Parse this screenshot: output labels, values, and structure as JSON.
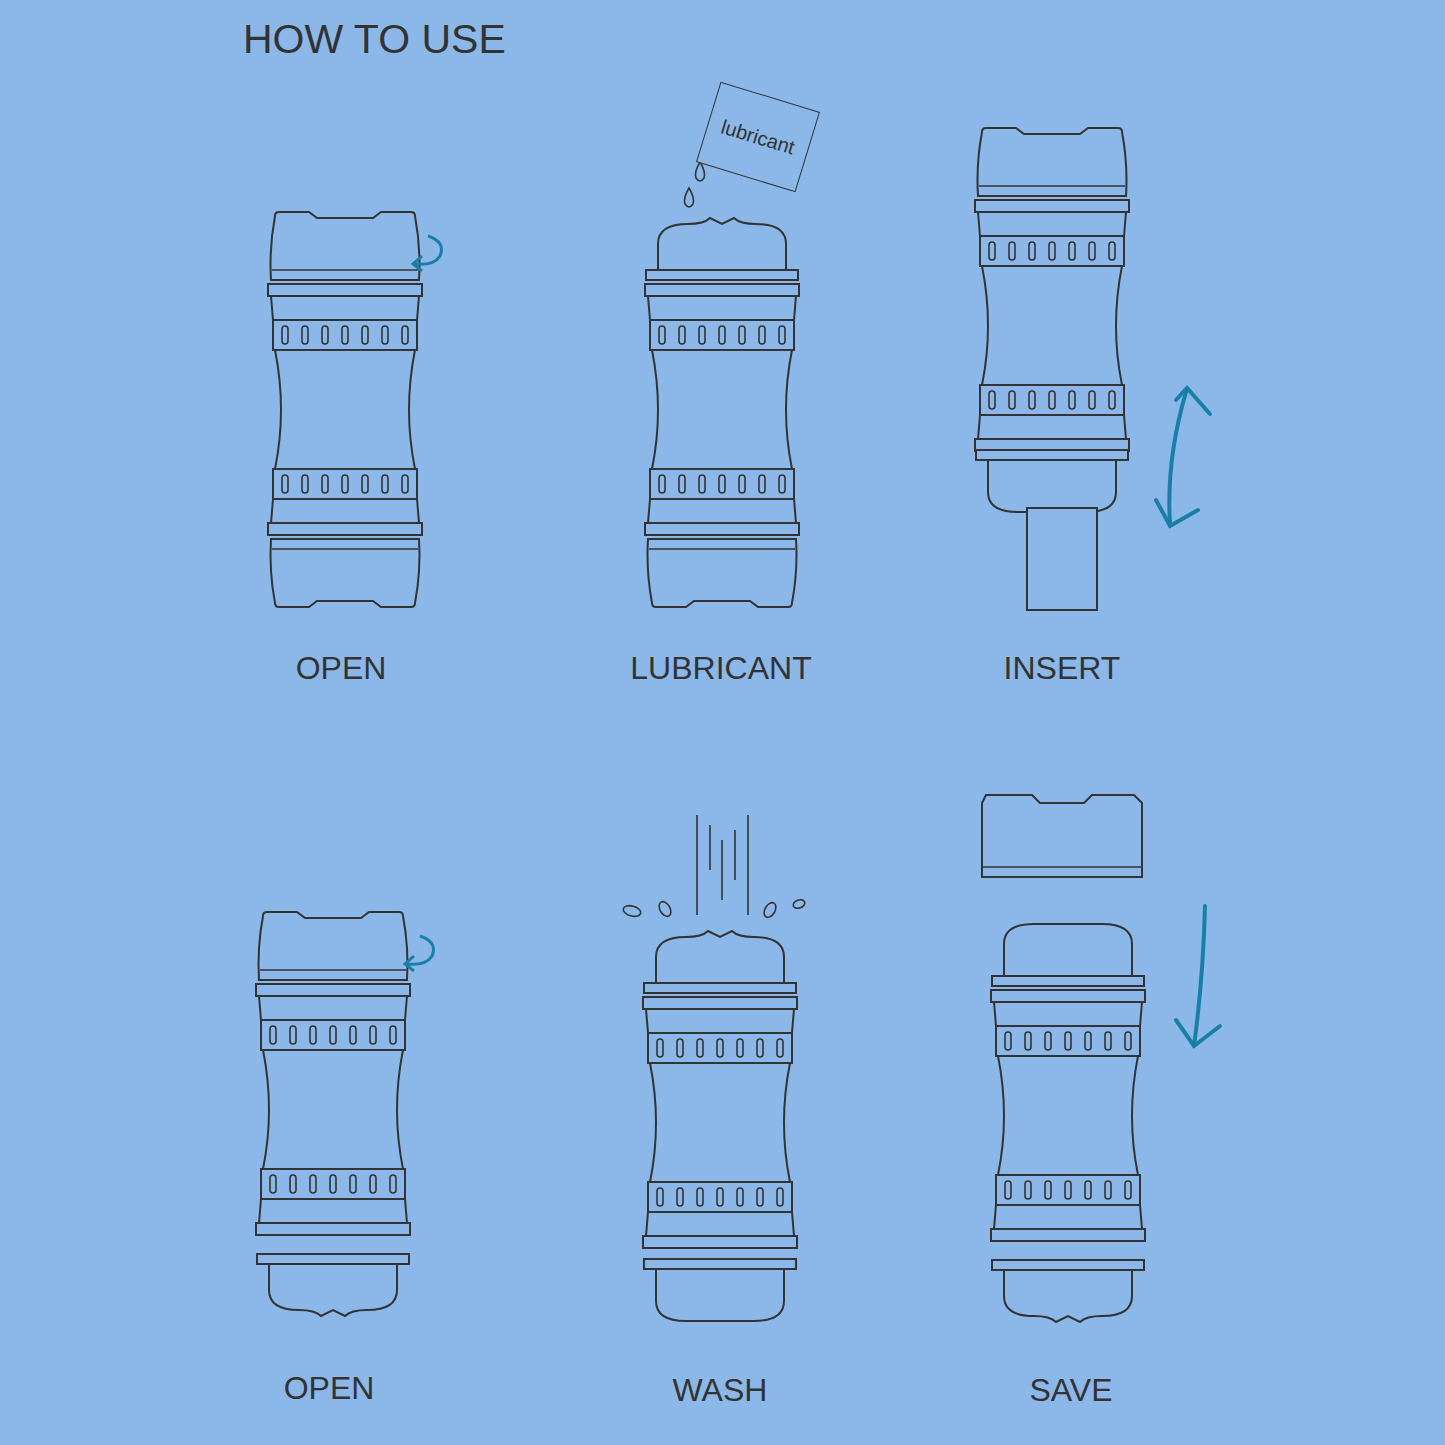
{
  "diagram": {
    "title": "HOW TO USE",
    "nodes": [
      {
        "text": [
          "lubricant"
        ]
      }
    ],
    "labels": [
      "OPEN",
      "LUBRICANT",
      "INSERT",
      "OPEN",
      "WASH",
      "SAVE"
    ]
  }
}
